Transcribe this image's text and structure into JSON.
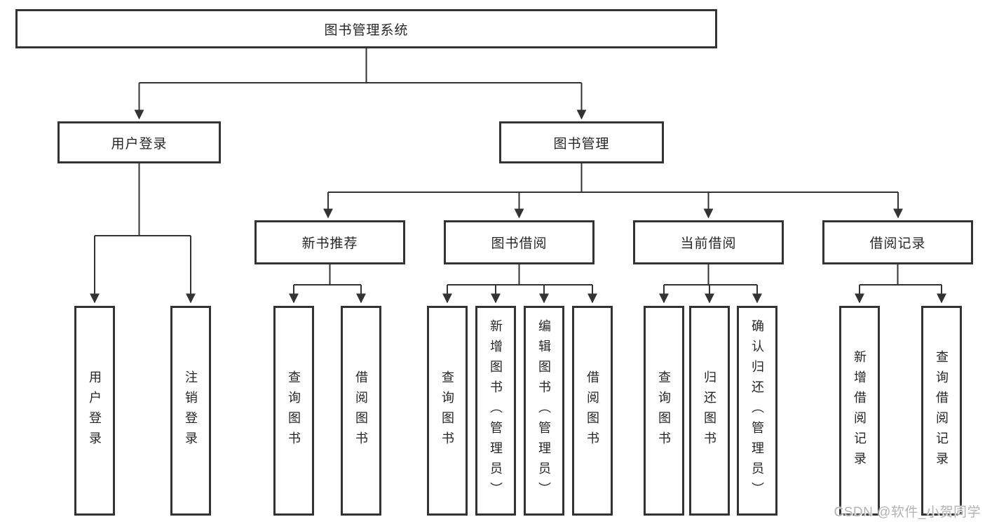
{
  "diagram": {
    "type": "hierarchy-tree",
    "tree": {
      "root": {
        "label": "图书管理系统",
        "children": [
          {
            "label": "用户登录",
            "children": [
              {
                "label": "用户登录"
              },
              {
                "label": "注销登录"
              }
            ]
          },
          {
            "label": "图书管理",
            "children": [
              {
                "label": "新书推荐",
                "children": [
                  {
                    "label": "查询图书"
                  },
                  {
                    "label": "借阅图书"
                  }
                ]
              },
              {
                "label": "图书借阅",
                "children": [
                  {
                    "label": "查询图书"
                  },
                  {
                    "label": "新增图书（管理员）"
                  },
                  {
                    "label": "编辑图书（管理员）"
                  },
                  {
                    "label": "借阅图书"
                  }
                ]
              },
              {
                "label": "当前借阅",
                "children": [
                  {
                    "label": "查询图书"
                  },
                  {
                    "label": "归还图书"
                  },
                  {
                    "label": "确认归还（管理员）"
                  }
                ]
              },
              {
                "label": "借阅记录",
                "children": [
                  {
                    "label": "新增借阅记录"
                  },
                  {
                    "label": "查询借阅记录"
                  }
                ]
              }
            ]
          }
        ]
      }
    },
    "colors": {
      "line": "#333333",
      "box_border": "#333333",
      "box_fill": "#ffffff",
      "text": "#262626",
      "background": "#ffffff",
      "watermark": "#b3b3b3"
    }
  },
  "watermark": {
    "text": "CSDN @软件_小贺同学"
  }
}
